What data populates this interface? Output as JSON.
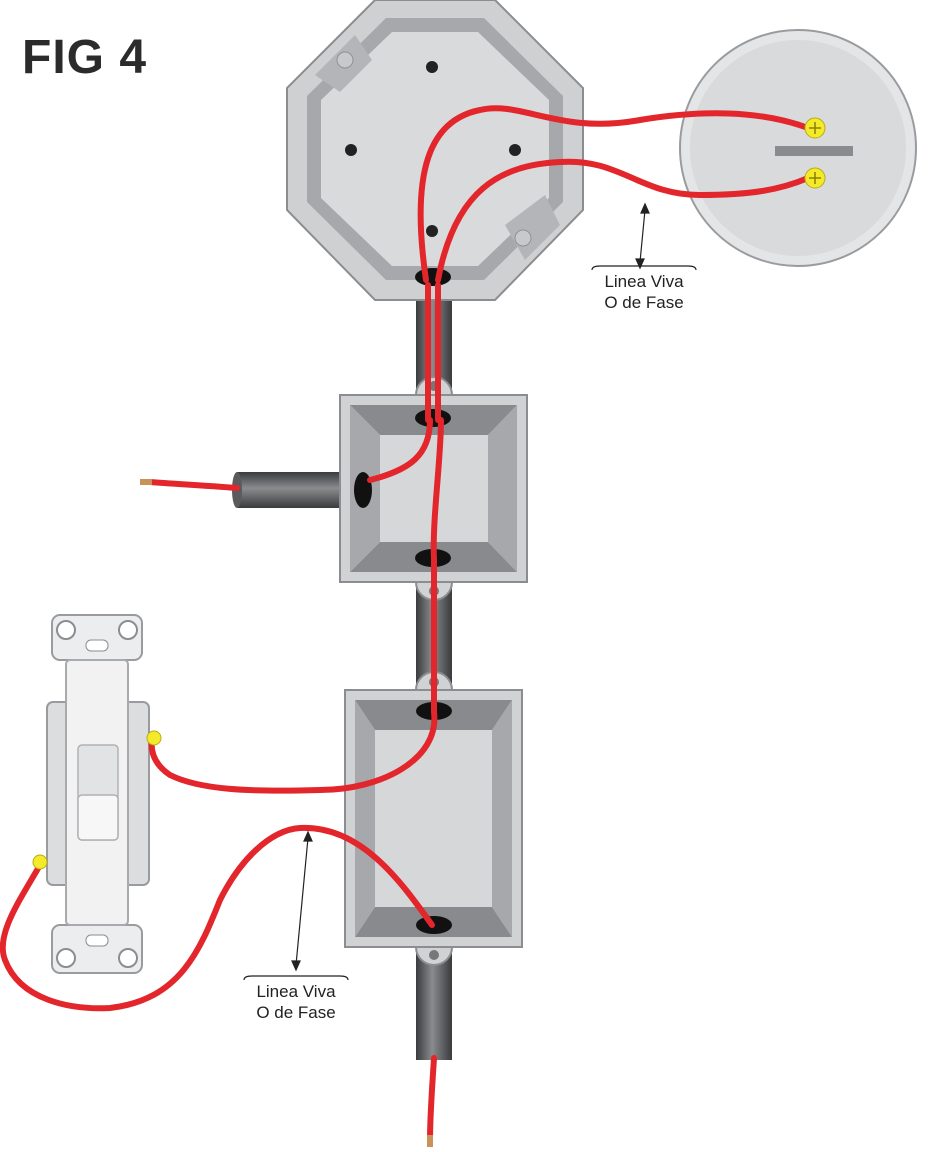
{
  "figure": {
    "title": "FIG 4"
  },
  "labels": {
    "live_wire_top": {
      "line1": "Linea Viva",
      "line2": "O de Fase"
    },
    "live_wire_bottom": {
      "line1": "Linea Viva",
      "line2": "O de Fase"
    }
  },
  "colors": {
    "wire": "#e3262b",
    "conduit": "#6d6e71",
    "box_fill": "#d1d2d4",
    "box_border": "#8c8d90",
    "terminal": "#f5ea2a"
  }
}
